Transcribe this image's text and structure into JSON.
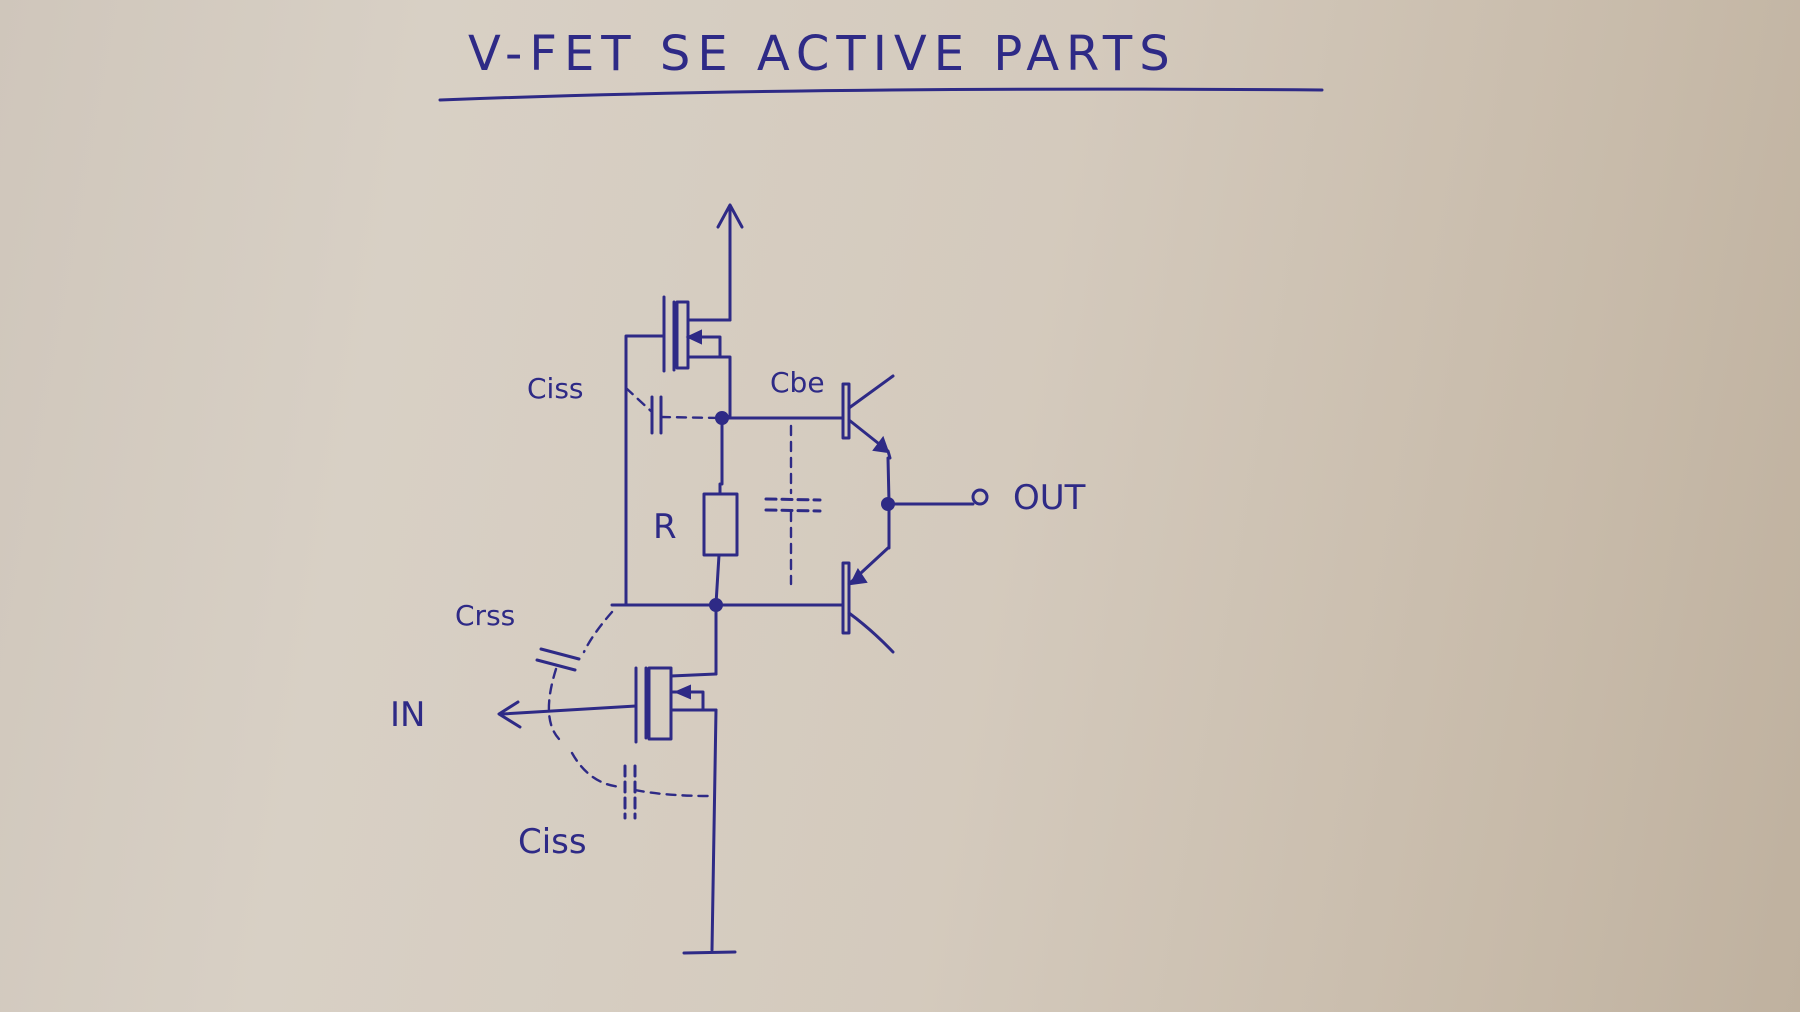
{
  "title": "V-FET SE ACTIVE PARTS",
  "labels": {
    "ciss_top": "Ciss",
    "cbe": "Cbe",
    "resistor": "R",
    "crss": "Crss",
    "input": "IN",
    "output": "OUT",
    "ciss_bottom": "Ciss"
  },
  "colors": {
    "ink": "#2e2a86",
    "paper": "#d4cabd"
  },
  "icons": {
    "supply_arrow": "arrow-up-icon",
    "input_arrow": "arrow-left-icon",
    "ground": "ground-icon"
  }
}
